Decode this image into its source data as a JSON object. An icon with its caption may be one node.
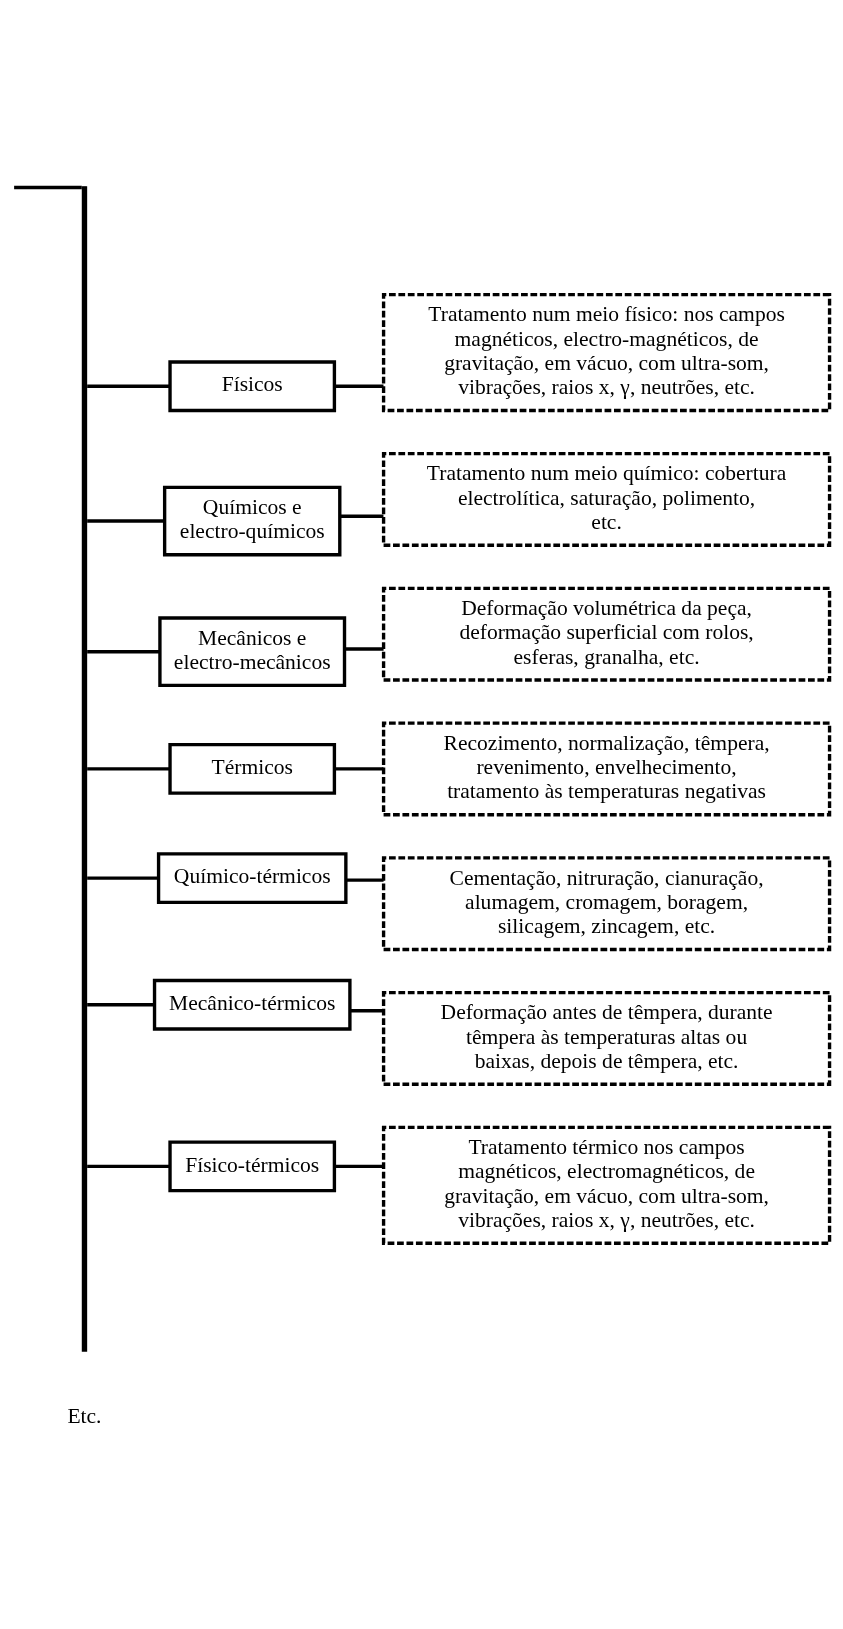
{
  "diagram": {
    "nodes": [
      {
        "text": [
          "Físicos"
        ]
      },
      {
        "text": [
          "Tratamento num meio físico: nos campos magnéticos, electro-magnéticos, de gravitação, em vácuo, com ultra-som, vibrações, raios x, γ, neutrões, etc."
        ]
      },
      {
        "text": [
          "Químicos e electro-químicos"
        ]
      },
      {
        "text": [
          "Tratamento num meio químico: cobertura electrolítica, saturação, polimento, etc."
        ]
      },
      {
        "text": [
          "Mecânicos e electro-mecânicos"
        ]
      },
      {
        "text": [
          "Deformação volumétrica da peça, deformação superficial com rolos, esferas, granalha, etc."
        ]
      },
      {
        "text": [
          "Térmicos"
        ]
      },
      {
        "text": [
          "Recozimento, normalização, têmpera, revenimento, envelhecimento, tratamento às temperaturas negativas"
        ]
      },
      {
        "text": [
          "Químico-térmicos"
        ]
      },
      {
        "text": [
          "Cementação, nitruração, cianuração, alumagem, cromagem, boragem, silicagem, zincagem, etc."
        ]
      },
      {
        "text": [
          "Mecânico-térmicos"
        ]
      },
      {
        "text": [
          "Deformação antes de têmpera, durante têmpera às temperaturas altas ou baixas, depois de têmpera, etc."
        ]
      },
      {
        "text": [
          "Físico-térmicos"
        ]
      },
      {
        "text": [
          "Tratamento térmico nos campos magnéticos, electromagnéticos, de gravitação, em vácuo, com ultra-som, vibrações, raios x, γ, neutrões, etc."
        ]
      },
      {
        "text": [],
        "shape": "bar"
      }
    ],
    "edges": [
      {
        "from": null,
        "to": 14,
        "arrow": "none"
      },
      {
        "from": 14,
        "to": 0,
        "arrow": "none"
      },
      {
        "from": 0,
        "to": 1,
        "arrow": "none"
      },
      {
        "from": 14,
        "to": 2,
        "arrow": "none"
      },
      {
        "from": 2,
        "to": 3,
        "arrow": "none"
      },
      {
        "from": 14,
        "to": 4,
        "arrow": "none"
      },
      {
        "from": 4,
        "to": 5,
        "arrow": "none"
      },
      {
        "from": 14,
        "to": 6,
        "arrow": "none"
      },
      {
        "from": 6,
        "to": 7,
        "arrow": "none"
      },
      {
        "from": 14,
        "to": 8,
        "arrow": "none"
      },
      {
        "from": 8,
        "to": 9,
        "arrow": "none"
      },
      {
        "from": 14,
        "to": 10,
        "arrow": "none"
      },
      {
        "from": 10,
        "to": 11,
        "arrow": "none"
      },
      {
        "from": 14,
        "to": 12,
        "arrow": "none"
      },
      {
        "from": 12,
        "to": 13,
        "arrow": "none"
      }
    ],
    "labels": [
      "Etc."
    ]
  }
}
